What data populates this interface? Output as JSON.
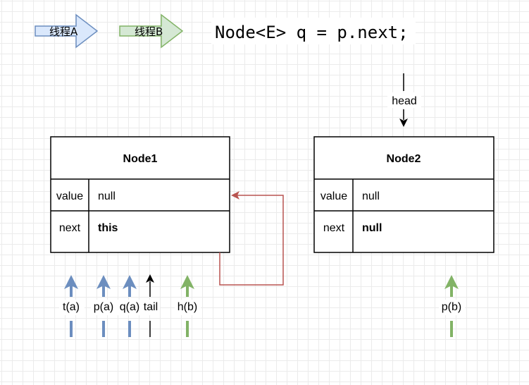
{
  "legend": [
    {
      "label": "线程A",
      "fill": "#dae8fc",
      "stroke": "#6c8ebf"
    },
    {
      "label": "线程B",
      "fill": "#d5e8d4",
      "stroke": "#82b366"
    }
  ],
  "code_line": "Node<E> q = p.next;",
  "head_label": "head",
  "nodes": [
    {
      "title": "Node1",
      "value_field": "value",
      "value": "null",
      "next_field": "next",
      "next": "this"
    },
    {
      "title": "Node2",
      "value_field": "value",
      "value": "null",
      "next_field": "next",
      "next": "null"
    }
  ],
  "pointers": {
    "t_a": "t(a)",
    "p_a": "p(a)",
    "q_a": "q(a)",
    "tail": "tail",
    "h_b": "h(b)",
    "p_b": "p(b)"
  },
  "colors": {
    "thread_a": "#6c8ebf",
    "thread_b": "#82b366",
    "self_link": "#b85450",
    "neutral": "#000000"
  }
}
